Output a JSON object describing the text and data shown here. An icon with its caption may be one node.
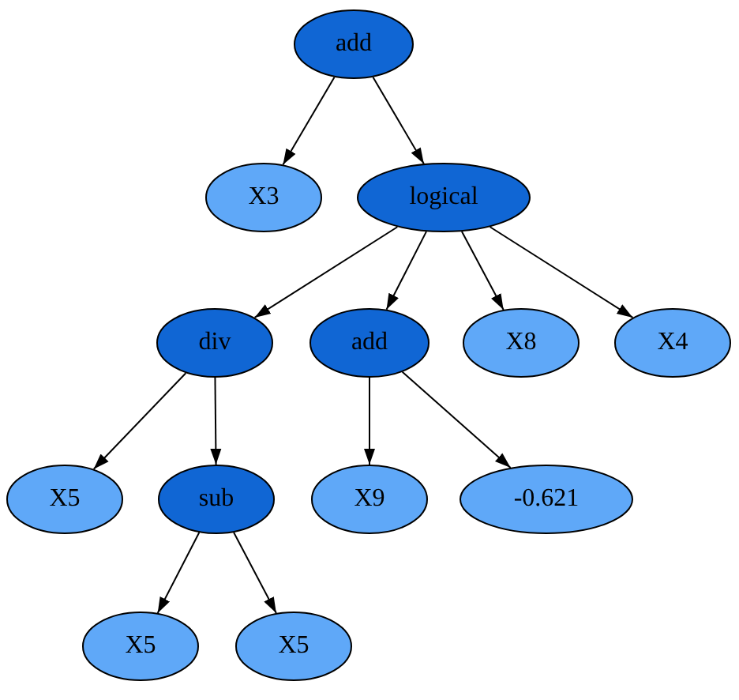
{
  "diagram": {
    "nodes": [
      {
        "text": [
          "add"
        ]
      },
      {
        "text": [
          "X3"
        ]
      },
      {
        "text": [
          "logical"
        ]
      },
      {
        "text": [
          "div"
        ]
      },
      {
        "text": [
          "add"
        ]
      },
      {
        "text": [
          "X8"
        ]
      },
      {
        "text": [
          "X4"
        ]
      },
      {
        "text": [
          "X5"
        ]
      },
      {
        "text": [
          "sub"
        ]
      },
      {
        "text": [
          "X9"
        ]
      },
      {
        "text": [
          "-0.621"
        ]
      },
      {
        "text": [
          "X5"
        ]
      },
      {
        "text": [
          "X5"
        ]
      }
    ],
    "edges": [
      {
        "from": 0,
        "to": 1,
        "arrow": "to"
      },
      {
        "from": 0,
        "to": 2,
        "arrow": "to"
      },
      {
        "from": 2,
        "to": 3,
        "arrow": "to"
      },
      {
        "from": 2,
        "to": 4,
        "arrow": "to"
      },
      {
        "from": 2,
        "to": 5,
        "arrow": "to"
      },
      {
        "from": 2,
        "to": 6,
        "arrow": "to"
      },
      {
        "from": 3,
        "to": 7,
        "arrow": "to"
      },
      {
        "from": 3,
        "to": 8,
        "arrow": "to"
      },
      {
        "from": 4,
        "to": 9,
        "arrow": "to"
      },
      {
        "from": 4,
        "to": 10,
        "arrow": "to"
      },
      {
        "from": 8,
        "to": 11,
        "arrow": "to"
      },
      {
        "from": 8,
        "to": 12,
        "arrow": "to"
      }
    ]
  }
}
